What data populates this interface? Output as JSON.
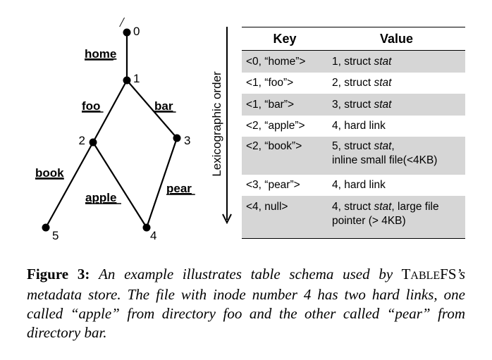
{
  "tree": {
    "root_symbol": "/",
    "nodes": [
      {
        "id": "0",
        "label": "0"
      },
      {
        "id": "1",
        "label": "1"
      },
      {
        "id": "2",
        "label": "2"
      },
      {
        "id": "3",
        "label": "3"
      },
      {
        "id": "4",
        "label": "4"
      },
      {
        "id": "5",
        "label": "5"
      }
    ],
    "edges": [
      {
        "from": "0",
        "to": "1",
        "label": "home"
      },
      {
        "from": "1",
        "to": "2",
        "label": "foo"
      },
      {
        "from": "1",
        "to": "3",
        "label": "bar"
      },
      {
        "from": "2",
        "to": "5",
        "label": "book"
      },
      {
        "from": "2",
        "to": "4",
        "label": "apple"
      },
      {
        "from": "3",
        "to": "4",
        "label": "pear"
      }
    ]
  },
  "order_axis": {
    "label": "Lexicographic order"
  },
  "table": {
    "headers": {
      "key": "Key",
      "value": "Value"
    },
    "rows": [
      {
        "key": "<0, “home”>",
        "value": "1, struct ",
        "value_italic": "stat",
        "value_rest": "",
        "value_line2": "",
        "shaded": true
      },
      {
        "key": "<1, “foo”>",
        "value": "2, struct ",
        "value_italic": "stat",
        "value_rest": "",
        "value_line2": "",
        "shaded": false
      },
      {
        "key": "<1, “bar”>",
        "value": "3, struct ",
        "value_italic": "stat",
        "value_rest": "",
        "value_line2": "",
        "shaded": true
      },
      {
        "key": "<2, “apple”>",
        "value": "4, hard link",
        "value_italic": "",
        "value_rest": "",
        "value_line2": "",
        "shaded": false
      },
      {
        "key": "<2, “book”>",
        "value": "5, struct ",
        "value_italic": "stat",
        "value_rest": ",",
        "value_line2": "inline small file(<4KB)",
        "shaded": true
      },
      {
        "key": "<3, “pear”>",
        "value": "4, hard link",
        "value_italic": "",
        "value_rest": "",
        "value_line2": "",
        "shaded": false
      },
      {
        "key": "<4, null>",
        "value": "4, struct ",
        "value_italic": "stat",
        "value_rest": ", large file",
        "value_line2": "pointer (> 4KB)",
        "shaded": true
      }
    ]
  },
  "caption": {
    "figure_label": "Figure 3:",
    "text_before": "An example illustrates table schema used by",
    "system_name_first": "T",
    "system_name_rest": "ABLE",
    "system_name_suffix": "FS",
    "text_after": "’s metadata store. The file with inode number 4 has two hard links, one called “apple” from directory foo and the other called “pear” from directory bar."
  }
}
